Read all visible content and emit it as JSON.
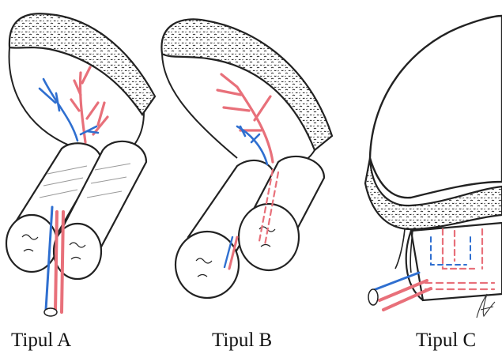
{
  "figure": {
    "panels": [
      {
        "caption": "Tipul A"
      },
      {
        "caption": "Tipul B"
      },
      {
        "caption": "Tipul C"
      }
    ]
  },
  "colors": {
    "ink": "#222222",
    "artery": "#e8707a",
    "vein": "#2f6fd0",
    "paper": "#ffffff"
  },
  "icons": [
    "artist-signature"
  ]
}
